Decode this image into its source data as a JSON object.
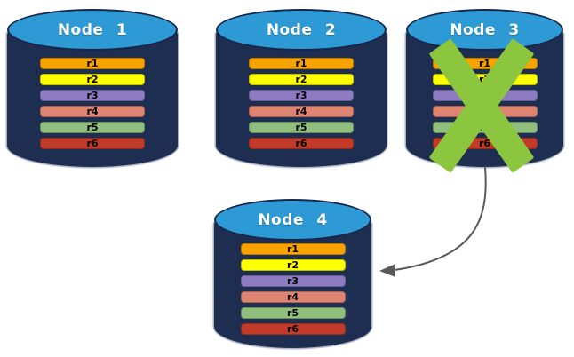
{
  "nodes": [
    {
      "label": "Node 1",
      "failed": false,
      "rows": [
        {
          "label": "r1",
          "color": "#F9A300"
        },
        {
          "label": "r2",
          "color": "#FFFF00"
        },
        {
          "label": "r3",
          "color": "#8E7CC3"
        },
        {
          "label": "r4",
          "color": "#DF8373"
        },
        {
          "label": "r5",
          "color": "#90BE7C"
        },
        {
          "label": "r6",
          "color": "#C23B2A"
        }
      ]
    },
    {
      "label": "Node 2",
      "failed": false,
      "rows": [
        {
          "label": "r1",
          "color": "#F9A300"
        },
        {
          "label": "r2",
          "color": "#FFFF00"
        },
        {
          "label": "r3",
          "color": "#8E7CC3"
        },
        {
          "label": "r4",
          "color": "#DF8373"
        },
        {
          "label": "r5",
          "color": "#90BE7C"
        },
        {
          "label": "r6",
          "color": "#C23B2A"
        }
      ]
    },
    {
      "label": "Node 3",
      "failed": true,
      "rows": [
        {
          "label": "r1",
          "color": "#F9A300"
        },
        {
          "label": "r2",
          "color": "#FFFF00"
        },
        {
          "label": "r3",
          "color": "#8E7CC3"
        },
        {
          "label": "r4",
          "color": "#DF8373"
        },
        {
          "label": "r5",
          "color": "#90BE7C"
        },
        {
          "label": "r6",
          "color": "#C23B2A"
        }
      ]
    },
    {
      "label": "Node 4",
      "failed": false,
      "rows": [
        {
          "label": "r1",
          "color": "#F9A300"
        },
        {
          "label": "r2",
          "color": "#FFFF00"
        },
        {
          "label": "r3",
          "color": "#8E7CC3"
        },
        {
          "label": "r4",
          "color": "#DF8373"
        },
        {
          "label": "r5",
          "color": "#90BE7C"
        },
        {
          "label": "r6",
          "color": "#C23B2A"
        }
      ]
    }
  ],
  "colors": {
    "cylinder_top": "#2E9AD5",
    "cylinder_body": "#1E2E50",
    "failure_x": "#8CC63E",
    "arrow": "#595959"
  }
}
